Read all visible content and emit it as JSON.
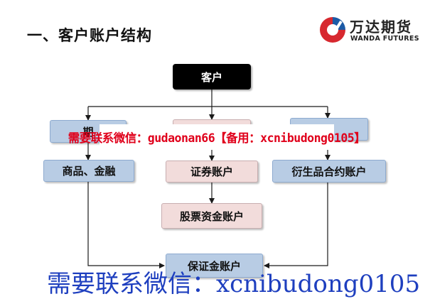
{
  "slide": {
    "title": "一、客户账户结构"
  },
  "logo": {
    "name_cn": "万达期货",
    "name_en": "WANDA FUTURES",
    "colors": {
      "red": "#d7282f",
      "blue": "#1b5aa6"
    }
  },
  "diagram": {
    "nodes": {
      "root": "客户",
      "futures": "期",
      "commodity_finance": "商品、金融",
      "securities_account": "证券账户",
      "derivatives_account": "衍生品合约账户",
      "stock_fund_account": "股票资金账户",
      "margin_account": "保证金账户"
    },
    "colors": {
      "blue_box": "#b8cce4",
      "pink_box": "#f2dcdb",
      "root_box": "#000000",
      "line": "#1a1a1a"
    }
  },
  "watermarks": {
    "overlay": "需要联系微信：gudaonan66【备用：xcnibudong0105】",
    "bottom": "需要联系微信：xcnibudong0105",
    "colors": {
      "overlay": "#e0001b",
      "bottom": "#1e3fbf"
    }
  }
}
